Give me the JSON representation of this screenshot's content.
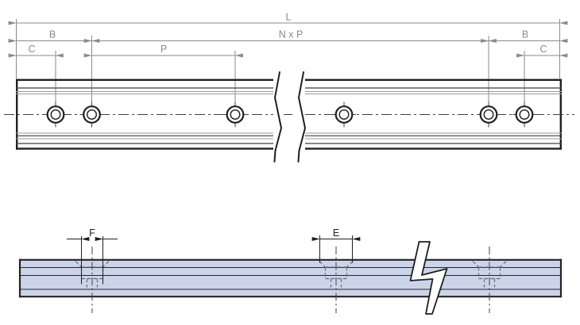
{
  "colors": {
    "dim_gray": "#8a8a8a",
    "line_dark": "#1f1f1f",
    "line_mid": "#3f3f3f",
    "line_light": "#9a9a9a",
    "rail_fill": "#ccd4ea",
    "rail_outline": "#23232b",
    "hidden_line": "#6b6b6b"
  },
  "top_view": {
    "description": "Linear guide rail plan view with break lines and six counterbored mounting holes",
    "labels": {
      "length": "L",
      "pitch_total": "N x P",
      "b_left": "B",
      "c_left": "C",
      "pitch": "P",
      "b_right": "B",
      "c_right": "C"
    }
  },
  "bottom_view": {
    "description": "Rail side elevation with hidden counterbore holes and long-break symbol",
    "labels": {
      "counterbore_dia": "F",
      "top_opening_dia": "E"
    }
  }
}
